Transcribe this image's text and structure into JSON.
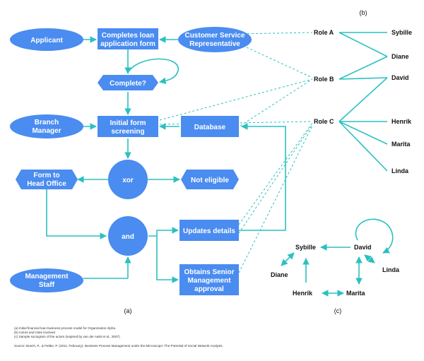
{
  "panels": {
    "a": "(a)",
    "b": "(b)",
    "c": "(c)"
  },
  "nodes": {
    "applicant": "Applicant",
    "completes_loan": [
      "Completes loan",
      "application form"
    ],
    "csr": [
      "Customer Service",
      "Representative"
    ],
    "complete_q": "Complete?",
    "branch_manager": [
      "Branch",
      "Manager"
    ],
    "initial_screening": [
      "Initial form",
      "screening"
    ],
    "database": "Database",
    "form_to_head": [
      "Form to",
      "Head Office"
    ],
    "xor": "xor",
    "not_eligible": "Not eligible",
    "and": "and",
    "updates_details": "Updates details",
    "management_staff": [
      "Management",
      "Staff"
    ],
    "obtains_approval": [
      "Obtains Senior",
      "Management",
      "approval"
    ]
  },
  "roles": {
    "a": "Role A",
    "b": "Role B",
    "c": "Role C"
  },
  "actors_b": [
    "Sybille",
    "Diane",
    "David",
    "Henrik",
    "Marita",
    "Linda"
  ],
  "sociogram": {
    "sybille": "Sybille",
    "david": "David",
    "diane": "Diane",
    "linda": "Linda",
    "henrik": "Henrik",
    "marita": "Marita"
  },
  "footnotes": [
    "(a) Initial financial loan business process model for Organization Alpha",
    "(b) Actors and roles involved",
    "(c) Sample sociogram of the actors (inspired by van der Aalst et al., 2007)",
    "Source: Busch, P., & Fettke, P. (2011, February). Business Process Management under the Microscope: The Potential of Social Network Analysis."
  ],
  "colors": {
    "node": "#4a8cf0",
    "edge": "#2bc0c0",
    "dash": "#2bc0c0",
    "text": "#111111"
  }
}
